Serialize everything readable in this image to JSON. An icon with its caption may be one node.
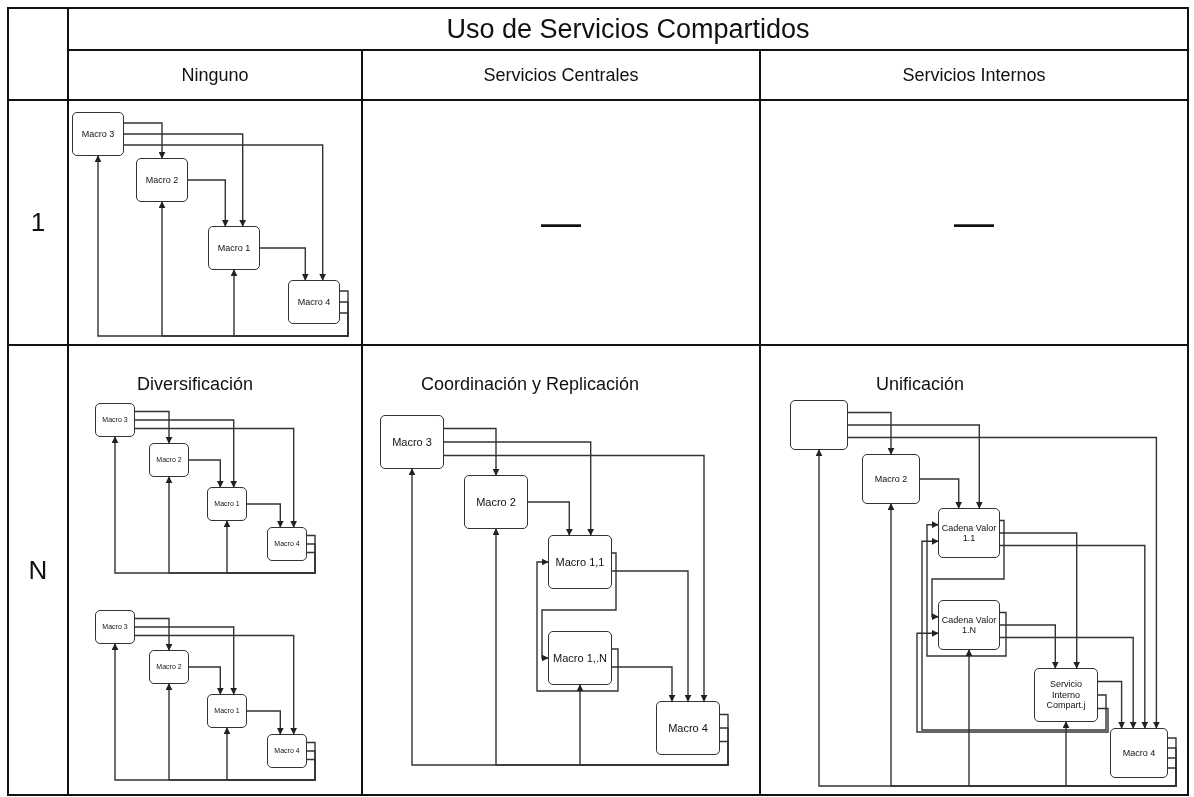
{
  "diagram": {
    "nodes": [
      {
        "text": [
          "Macro 3"
        ]
      },
      {
        "text": [
          "Macro 2"
        ]
      },
      {
        "text": [
          "Macro 1"
        ]
      },
      {
        "text": [
          "Macro 4"
        ]
      },
      {
        "text": [
          "Macro 3"
        ]
      },
      {
        "text": [
          "Macro 2"
        ]
      },
      {
        "text": [
          "Macro 1"
        ]
      },
      {
        "text": [
          "Macro 4"
        ]
      },
      {
        "text": [
          "Macro 3"
        ]
      },
      {
        "text": [
          "Macro 2"
        ]
      },
      {
        "text": [
          "Macro 1"
        ]
      },
      {
        "text": [
          "Macro 4"
        ]
      },
      {
        "text": [
          "Macro 3"
        ]
      },
      {
        "text": [
          "Macro 2"
        ]
      },
      {
        "text": [
          "Macro 1,1"
        ]
      },
      {
        "text": [
          "Macro 1,.N"
        ]
      },
      {
        "text": [
          "Macro 4"
        ]
      },
      {
        "text": [],
        "shape": "box"
      },
      {
        "text": [
          "Macro 2"
        ]
      },
      {
        "text": [
          "Cadena Valor 1.1"
        ]
      },
      {
        "text": [
          "Cadena Valor 1.N"
        ]
      },
      {
        "text": [
          "Servicio Interno Compart.j"
        ]
      },
      {
        "text": [
          "Macro 4"
        ]
      }
    ],
    "edges": [
      {
        "from": 0,
        "to": 1,
        "arrow": "to"
      },
      {
        "from": 0,
        "to": 2,
        "arrow": "to"
      },
      {
        "from": 0,
        "to": 3,
        "arrow": "to"
      },
      {
        "from": 1,
        "to": 2,
        "arrow": "to"
      },
      {
        "from": 2,
        "to": 3,
        "arrow": "to"
      },
      {
        "from": 3,
        "to": 0,
        "arrow": "to"
      },
      {
        "from": 3,
        "to": 1,
        "arrow": "to"
      },
      {
        "from": 3,
        "to": 2,
        "arrow": "to"
      },
      {
        "from": 4,
        "to": 5,
        "arrow": "to"
      },
      {
        "from": 4,
        "to": 6,
        "arrow": "to"
      },
      {
        "from": 4,
        "to": 7,
        "arrow": "to"
      },
      {
        "from": 5,
        "to": 6,
        "arrow": "to"
      },
      {
        "from": 6,
        "to": 7,
        "arrow": "to"
      },
      {
        "from": 7,
        "to": 4,
        "arrow": "to"
      },
      {
        "from": 7,
        "to": 5,
        "arrow": "to"
      },
      {
        "from": 7,
        "to": 6,
        "arrow": "to"
      },
      {
        "from": 8,
        "to": 9,
        "arrow": "to"
      },
      {
        "from": 8,
        "to": 10,
        "arrow": "to"
      },
      {
        "from": 8,
        "to": 11,
        "arrow": "to"
      },
      {
        "from": 9,
        "to": 10,
        "arrow": "to"
      },
      {
        "from": 10,
        "to": 11,
        "arrow": "to"
      },
      {
        "from": 11,
        "to": 8,
        "arrow": "to"
      },
      {
        "from": 11,
        "to": 9,
        "arrow": "to"
      },
      {
        "from": 11,
        "to": 10,
        "arrow": "to"
      },
      {
        "from": 12,
        "to": 13,
        "arrow": "to"
      },
      {
        "from": 12,
        "to": 14,
        "arrow": "to"
      },
      {
        "from": 12,
        "to": 16,
        "arrow": "to"
      },
      {
        "from": 13,
        "to": 14,
        "arrow": "to"
      },
      {
        "from": 14,
        "to": 15,
        "arrow": "to"
      },
      {
        "from": 15,
        "to": 14,
        "arrow": "to"
      },
      {
        "from": 14,
        "to": 16,
        "arrow": "to"
      },
      {
        "from": 15,
        "to": 16,
        "arrow": "to"
      },
      {
        "from": 16,
        "to": 12,
        "arrow": "to"
      },
      {
        "from": 16,
        "to": 13,
        "arrow": "to"
      },
      {
        "from": 16,
        "to": 15,
        "arrow": "to"
      },
      {
        "from": 17,
        "to": 18,
        "arrow": "to"
      },
      {
        "from": 17,
        "to": 19,
        "arrow": "to"
      },
      {
        "from": 17,
        "to": 22,
        "arrow": "to"
      },
      {
        "from": 18,
        "to": 19,
        "arrow": "to"
      },
      {
        "from": 19,
        "to": 20,
        "arrow": "to"
      },
      {
        "from": 20,
        "to": 19,
        "arrow": "to"
      },
      {
        "from": 19,
        "to": 21,
        "arrow": "to"
      },
      {
        "from": 20,
        "to": 21,
        "arrow": "to"
      },
      {
        "from": 19,
        "to": 22,
        "arrow": "to"
      },
      {
        "from": 20,
        "to": 22,
        "arrow": "to"
      },
      {
        "from": 21,
        "to": 22,
        "arrow": "to"
      },
      {
        "from": 21,
        "to": 19,
        "arrow": "to"
      },
      {
        "from": 21,
        "to": 20,
        "arrow": "to"
      },
      {
        "from": 22,
        "to": 17,
        "arrow": "to"
      },
      {
        "from": 22,
        "to": 18,
        "arrow": "to"
      },
      {
        "from": 22,
        "to": 20,
        "arrow": "to"
      },
      {
        "from": 22,
        "to": 21,
        "arrow": "to"
      }
    ],
    "labels": [
      "Uso de Servicios Compartidos",
      "Ninguno",
      "Servicios Centrales",
      "Servicios Internos",
      "1",
      "—",
      "—",
      "N",
      "Diversificación",
      "Coordinación y Replicación",
      "Unificación"
    ]
  }
}
